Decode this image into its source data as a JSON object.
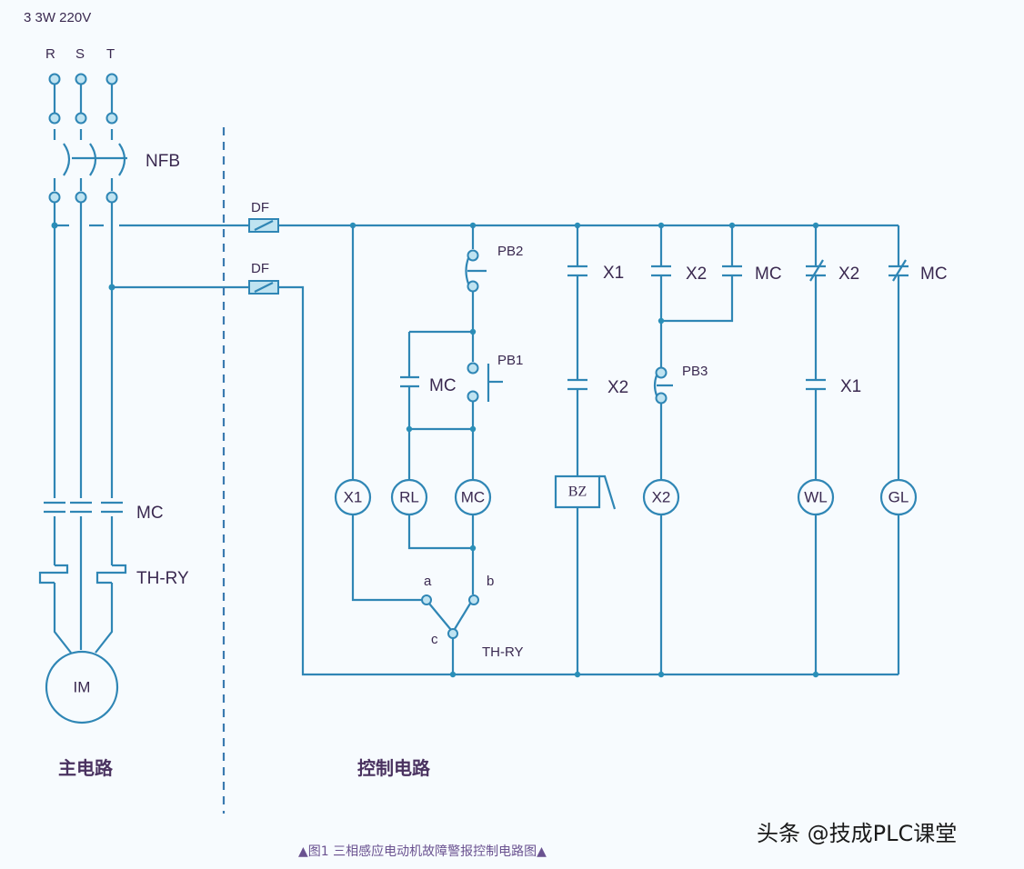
{
  "title": "3   3W 220V",
  "phases": [
    "R",
    "S",
    "T"
  ],
  "labels": {
    "nfb": "NFB",
    "df_top": "DF",
    "df_bottom": "DF",
    "main_mc": "MC",
    "main_thry": "TH-RY",
    "motor": "IM",
    "pb2": "PB2",
    "pb1": "PB1",
    "pb3": "PB3",
    "mc_holding": "MC",
    "x1_contact": "X1",
    "x2_contact_col1": "X2",
    "x2_contact_col2": "X2",
    "mc_contact_col2": "MC",
    "x2_nc_contact": "X2",
    "x1_contact_wl": "X1",
    "mc_nc_contact": "MC",
    "coil_x1": "X1",
    "coil_rl": "RL",
    "coil_mc": "MC",
    "buzzer": "BZ",
    "coil_x2": "X2",
    "lamp_wl": "WL",
    "lamp_gl": "GL",
    "thry_a": "a",
    "thry_b": "b",
    "thry_c": "c",
    "thry_switch": "TH-RY"
  },
  "sections": {
    "main_circuit": "主电路",
    "control_circuit": "控制电路"
  },
  "caption": "▲图1 三相感应电动机故障警报控制电路图▲",
  "watermark": "头条 @技成PLC课堂",
  "colors": {
    "wire": "#2f86b5",
    "text": "#3a2950",
    "background": "#f7fbfe"
  }
}
